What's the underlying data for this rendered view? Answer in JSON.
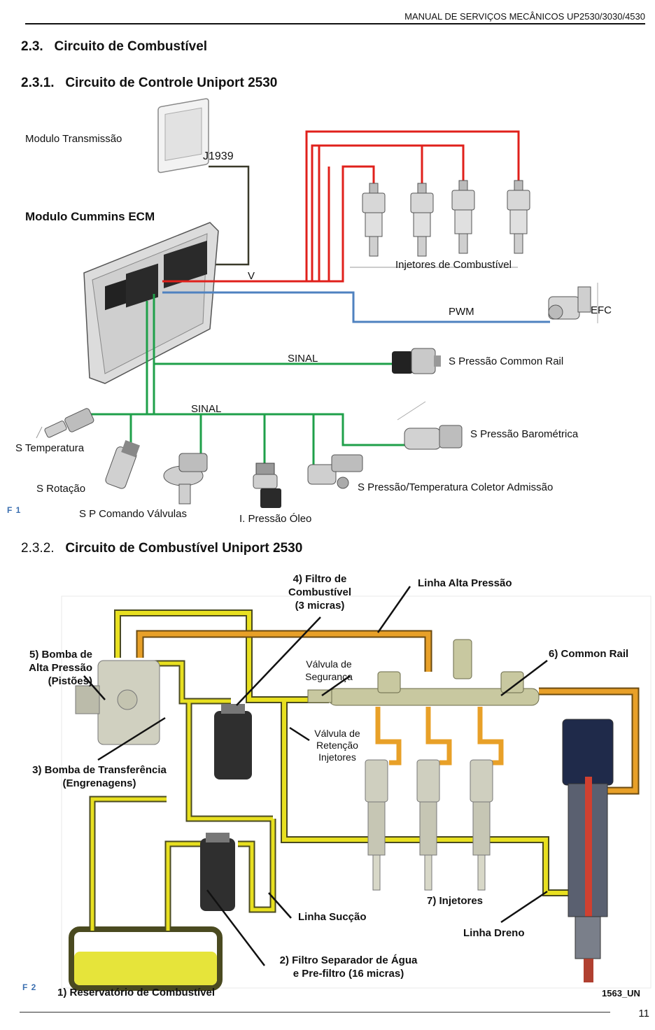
{
  "header": {
    "title": "MANUAL DE SERVIÇOS MECÂNICOS UP2530/3030/4530"
  },
  "section": {
    "number": "2.3.",
    "title": "Circuito de Combustível"
  },
  "subsection1": {
    "number": "2.3.1.",
    "title": "Circuito de Controle Uniport 2530"
  },
  "subsection2": {
    "number": "2.3.2.",
    "title": "Circuito de Combustível Uniport 2530"
  },
  "fig1": {
    "tag": "F 1",
    "labels": {
      "modulo_transmissao": "Modulo Transmissão",
      "j1939": "J1939",
      "modulo_ecm": "Modulo  Cummins ECM",
      "v": "V",
      "injetores": "Injetores de Combustível",
      "pwm": "PWM",
      "efc": "EFC",
      "sinal1": "SINAL",
      "s_pressao_rail": "S Pressão Common Rail",
      "sinal2": "SINAL",
      "s_temperatura": "S Temperatura",
      "s_pressao_barometrica": "S Pressão Barométrica",
      "s_rotacao": "S Rotação",
      "s_pressao_coletor": "S Pressão/Temperatura Coletor Admissão",
      "s_comando_valvulas": "S P Comando Válvulas",
      "pressao_oleo": "I. Pressão Óleo"
    },
    "colors": {
      "power": "#e0201b",
      "signal": "#1fa04a",
      "pwm": "#4f82c0",
      "can": "#3a3a2a"
    }
  },
  "fig2": {
    "tag": "F 2",
    "code": "1563_UN",
    "labels": {
      "filtro_1": "4) Filtro de",
      "filtro_2": "Combustível",
      "filtro_3": "(3 micras)",
      "linha_alta": "Linha Alta Pressão",
      "bomba_alta_1": "5) Bomba de",
      "bomba_alta_2": "Alta Pressão",
      "bomba_alta_3": "(Pistões)",
      "valvula_seg_1": "Válvula de",
      "valvula_seg_2": "Segurança",
      "common_rail": "6) Common Rail",
      "valvula_ret_1": "Válvula de",
      "valvula_ret_2": "Retenção",
      "valvula_ret_3": "Injetores",
      "bomba_transf_1": "3) Bomba de Transferência",
      "bomba_transf_2": "(Engrenagens)",
      "injetores": "7) Injetores",
      "linha_succao": "Linha  Sucção",
      "linha_dreno": "Linha  Dreno",
      "filtro_sep_1": "2) Filtro Separador de Água",
      "filtro_sep_2": "e Pre-filtro (16 micras)",
      "reservatorio": "1) Reservatório de Combustível"
    },
    "colors": {
      "yellow_line": "#e8e020",
      "orange_line": "#e8a028",
      "dark_line": "#4a4a20",
      "fuel": "#e6e43a"
    }
  },
  "footer": {
    "page": "11"
  }
}
